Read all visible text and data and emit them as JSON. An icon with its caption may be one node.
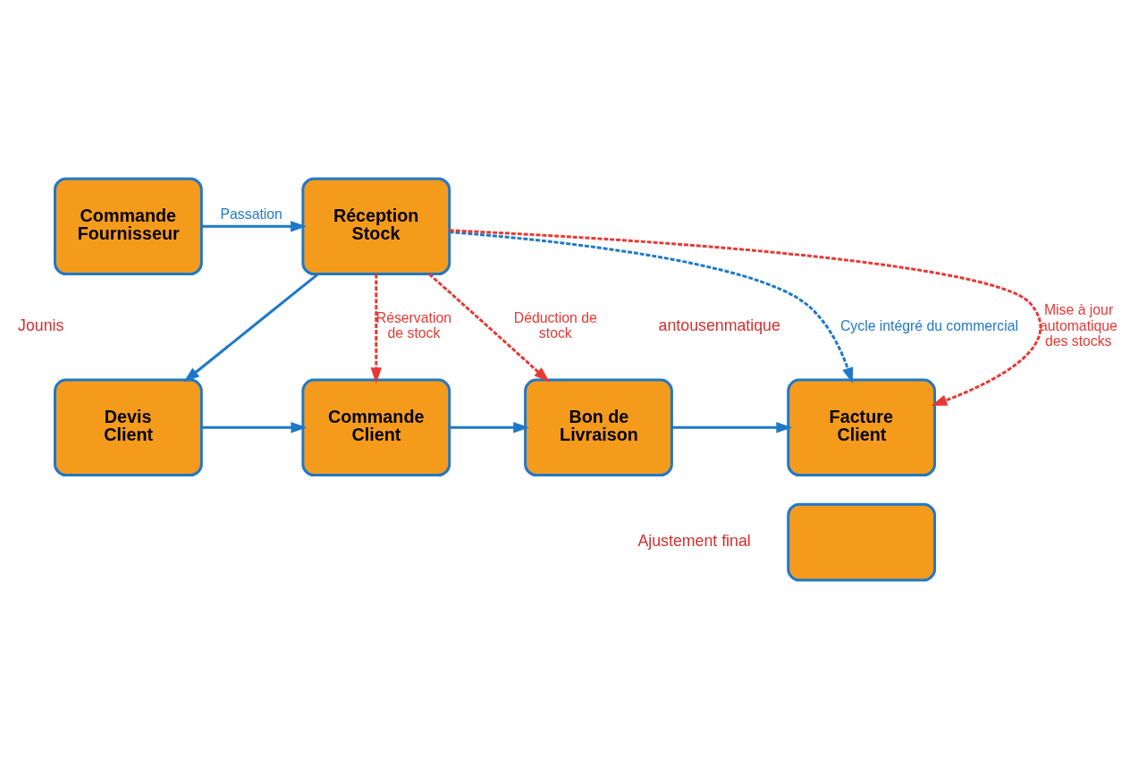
{
  "diagram": {
    "nodes": [
      {
        "text": [
          "Commande Fournisseur"
        ]
      },
      {
        "text": [
          "Réception Stock"
        ]
      },
      {
        "text": [
          "Devis Client"
        ]
      },
      {
        "text": [
          "Commande Client"
        ]
      },
      {
        "text": [
          "Bon de Livraison"
        ]
      },
      {
        "text": [
          "Facture Client"
        ]
      },
      {
        "text": [],
        "shape": "box",
        "beside": [
          "Ajustement final"
        ]
      }
    ],
    "edges": [
      {
        "from": 0,
        "to": 1,
        "arrow": "to",
        "label": "Passation"
      },
      {
        "from": 1,
        "to": 2,
        "arrow": "to"
      },
      {
        "from": 1,
        "to": 3,
        "arrow": "to",
        "label": "Réservation de stock",
        "style": "dashed",
        "color": "#e53935"
      },
      {
        "from": 1,
        "to": 4,
        "arrow": "to",
        "label": "Déduction de stock",
        "style": "dashed",
        "color": "#e53935"
      },
      {
        "from": 1,
        "to": 5,
        "arrow": "to",
        "label": "Cycle intégré du commercial",
        "style": "dashed"
      },
      {
        "from": 1,
        "to": 5,
        "arrow": "to",
        "label": "Mise à jour automatique des stocks",
        "style": "dashed",
        "color": "#e53935"
      },
      {
        "from": 2,
        "to": 3,
        "arrow": "to"
      },
      {
        "from": 3,
        "to": 4,
        "arrow": "to"
      },
      {
        "from": 4,
        "to": 5,
        "arrow": "to"
      }
    ],
    "labels": [
      "Jounis",
      "antousenmatique"
    ]
  }
}
